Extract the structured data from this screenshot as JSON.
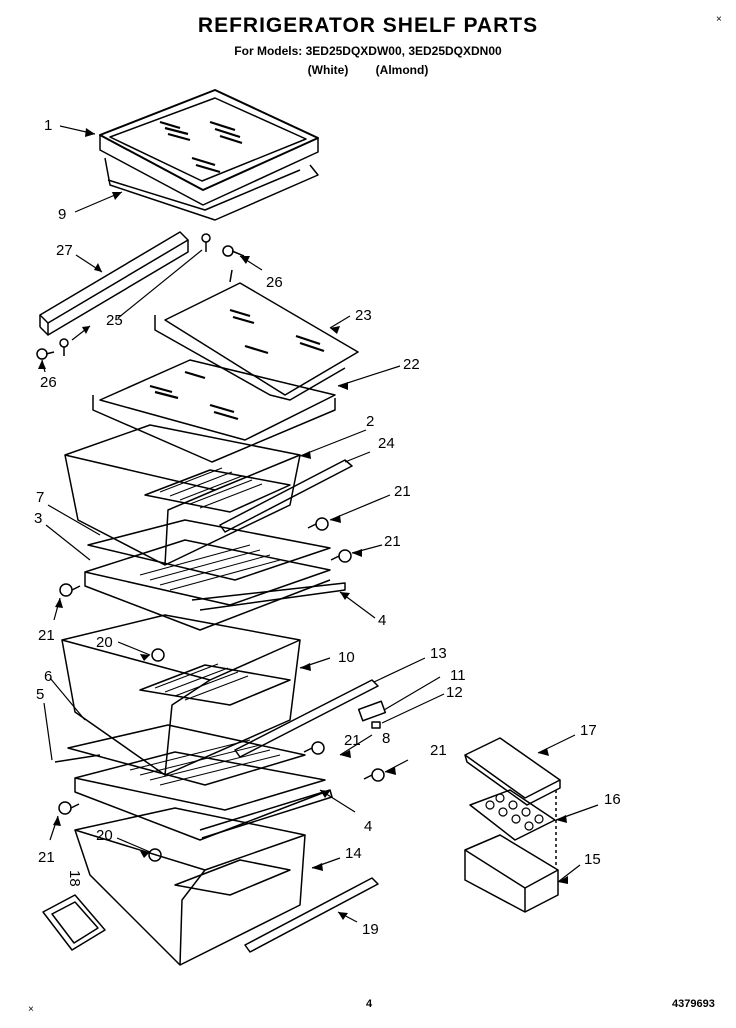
{
  "header": {
    "title": "REFRIGERATOR SHELF PARTS",
    "models": "For Models: 3ED25DQXDW00, 3ED25DQXDN00",
    "color_white": "(White)",
    "color_almond": "(Almond)"
  },
  "callouts": {
    "c1": "1",
    "c9": "9",
    "c27": "27",
    "c26a": "26",
    "c26b": "26",
    "c25": "25",
    "c23": "23",
    "c22": "22",
    "c2": "2",
    "c24": "24",
    "c7": "7",
    "c3": "3",
    "c21a": "21",
    "c21b": "21",
    "c21c": "21",
    "c21d": "21",
    "c21e": "21",
    "c21f": "21",
    "c4a": "4",
    "c4b": "4",
    "c20a": "20",
    "c20b": "20",
    "c10": "10",
    "c13": "13",
    "c11": "11",
    "c12": "12",
    "c8": "8",
    "c6": "6",
    "c5": "5",
    "c17": "17",
    "c16": "16",
    "c15": "15",
    "c14": "14",
    "c18": "18",
    "c19": "19"
  },
  "footer": {
    "page_number": "4",
    "document_number": "4379693"
  },
  "icons": [
    "glass-shelf",
    "crisper-drawer",
    "butter-compartment",
    "egg-tray",
    "screw",
    "rail"
  ]
}
